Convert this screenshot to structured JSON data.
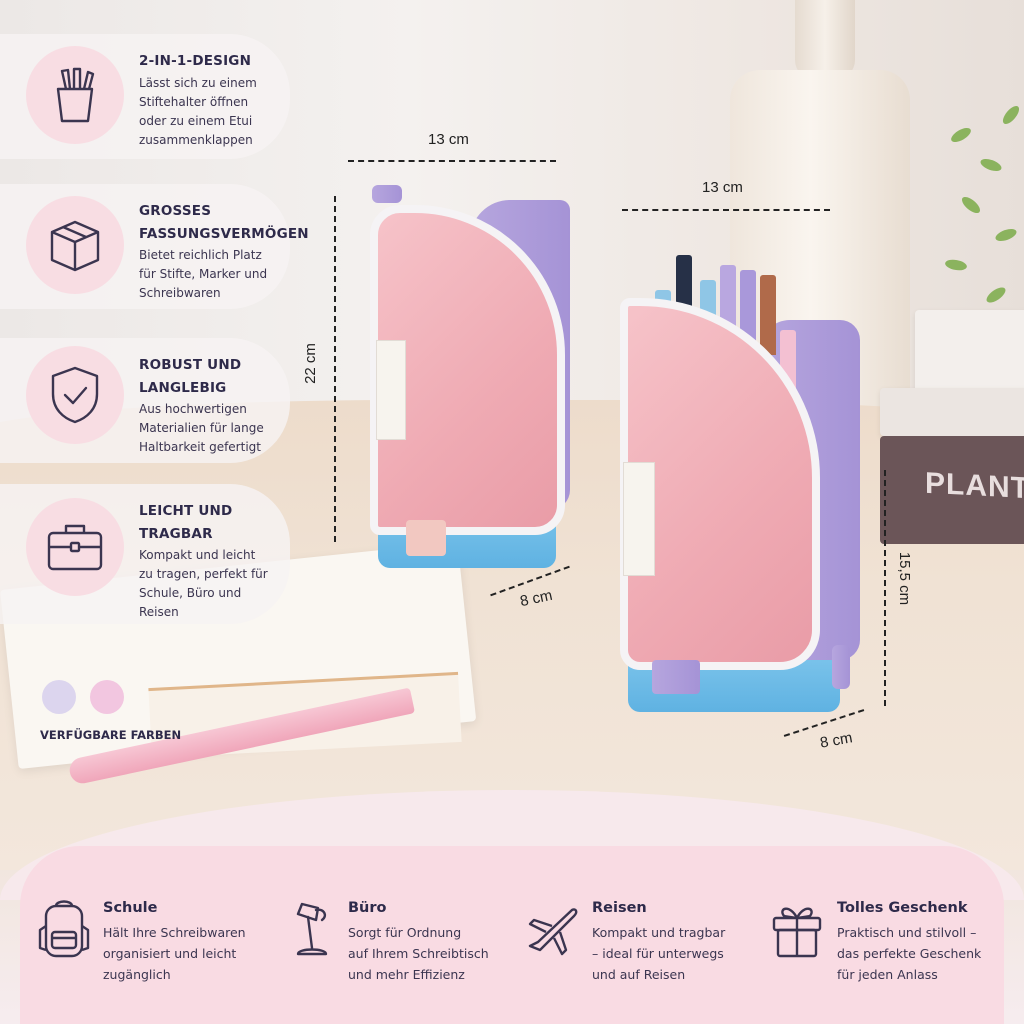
{
  "features": [
    {
      "title_line1": "2-IN-1-DESIGN",
      "title_line2": "",
      "text": [
        "Lässt sich zu einem",
        "Stiftehalter öffnen",
        "oder zu einem Etui",
        "zusammenklappen"
      ],
      "icon": "pen-cup-icon"
    },
    {
      "title_line1": "GROSSES",
      "title_line2": "FASSUNGSVERMÖGEN",
      "text": [
        "Bietet reichlich Platz",
        "für Stifte, Marker und",
        "Schreibwaren"
      ],
      "icon": "box-icon"
    },
    {
      "title_line1": "ROBUST UND",
      "title_line2": "LANGLEBIG",
      "text": [
        "Aus hochwertigen",
        "Materialien für lange",
        "Haltbarkeit gefertigt"
      ],
      "icon": "shield-check-icon"
    },
    {
      "title_line1": "LEICHT UND",
      "title_line2": "TRAGBAR",
      "text": [
        "Kompakt und leicht",
        "zu tragen, perfekt für",
        "Schule, Büro und",
        "Reisen"
      ],
      "icon": "briefcase-icon"
    }
  ],
  "colors": {
    "label": "VERFÜGBARE FARBEN",
    "swatches": [
      "#dcd5ee",
      "#f2c6e0"
    ]
  },
  "measurements": {
    "closed_width": "13 cm",
    "closed_height": "22 cm",
    "closed_depth": "8 cm",
    "open_width": "13 cm",
    "open_height": "15,5 cm",
    "open_depth": "8 cm"
  },
  "book_title": "PLANTS",
  "uses": [
    {
      "title": "Schule",
      "text": [
        "Hält Ihre Schreibwaren",
        "organisiert und leicht",
        "zugänglich"
      ],
      "icon": "backpack-icon"
    },
    {
      "title": "Büro",
      "text": [
        "Sorgt für Ordnung",
        "auf Ihrem Schreibtisch",
        "und mehr Effizienz"
      ],
      "icon": "desk-lamp-icon"
    },
    {
      "title": "Reisen",
      "text": [
        "Kompakt und tragbar",
        "– ideal für unterwegs",
        "und auf Reisen"
      ],
      "icon": "airplane-icon"
    },
    {
      "title": "Tolles Geschenk",
      "text": [
        "Praktisch und stilvoll –",
        "das perfekte Geschenk",
        "für jeden Anlass"
      ],
      "icon": "gift-icon"
    }
  ],
  "palette": {
    "ink": "#2e2a4a",
    "pink_panel": "#f9dbe3",
    "icon_circle": "#f8dde3",
    "case_pink": "#efaab3",
    "case_lilac": "#a593d6",
    "case_blue": "#6fbde8"
  }
}
